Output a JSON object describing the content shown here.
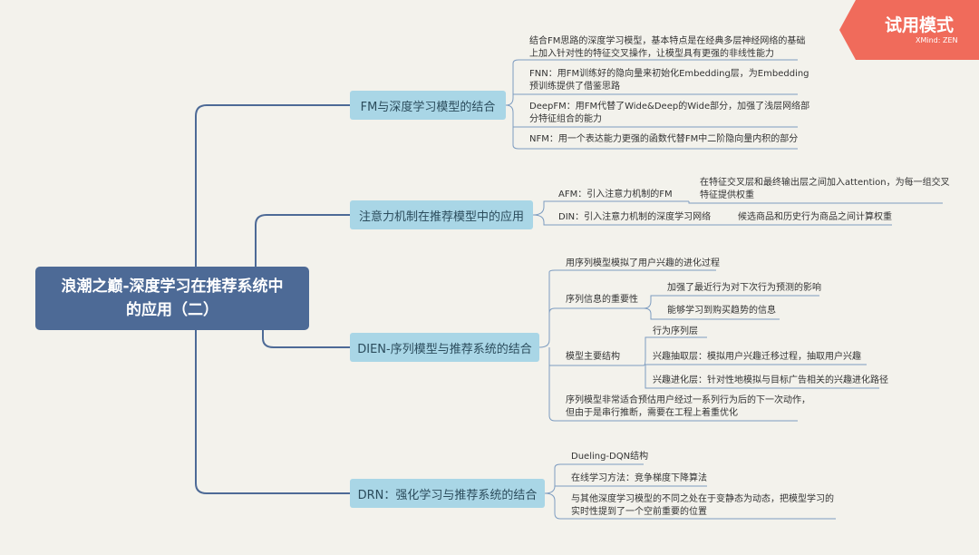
{
  "root": {
    "title_line1": "浪潮之巅-深度学习在推荐系统中",
    "title_line2": "的应用（二）"
  },
  "branches": {
    "fm": "FM与深度学习模型的结合",
    "attention": "注意力机制在推荐模型中的应用",
    "dien": "DIEN-序列模型与推荐系统的结合",
    "drn": "DRN：强化学习与推荐系统的结合"
  },
  "fm_leaves": {
    "intro1": "结合FM思路的深度学习模型，基本特点是在经典多层神经网络的基础",
    "intro2": "上加入针对性的特征交叉操作，让模型具有更强的非线性能力",
    "fnn1": "FNN：用FM训练好的隐向量来初始化Embedding层，为Embedding",
    "fnn2": "预训练提供了借鉴思路",
    "deepfm1": "DeepFM：用FM代替了Wide&Deep的Wide部分，加强了浅层网络部",
    "deepfm2": "分特征组合的能力",
    "nfm": "NFM：用一个表达能力更强的函数代替FM中二阶隐向量内积的部分"
  },
  "attention_leaves": {
    "afm": "AFM：引入注意力机制的FM",
    "afm_detail1": "在特征交叉层和最终输出层之间加入attention，为每一组交叉",
    "afm_detail2": "特征提供权重",
    "din": "DIN：引入注意力机制的深度学习网络",
    "din_detail": "候选商品和历史行为商品之间计算权重"
  },
  "dien_leaves": {
    "simulate": "用序列模型模拟了用户兴趣的进化过程",
    "importance": "序列信息的重要性",
    "imp1": "加强了最近行为对下次行为预测的影响",
    "imp2": "能够学习到购买趋势的信息",
    "structure": "模型主要结构",
    "s1": "行为序列层",
    "s2": "兴趣抽取层：模拟用户兴趣迁移过程，抽取用户兴趣",
    "s3": "兴趣进化层：针对性地模拟与目标广告相关的兴趣进化路径",
    "note1": "序列模型非常适合预估用户经过一系列行为后的下一次动作，",
    "note2": "但由于是串行推断，需要在工程上着重优化"
  },
  "drn_leaves": {
    "dueling": "Dueling-DQN结构",
    "online": "在线学习方法：竞争梯度下降算法",
    "diff1": "与其他深度学习模型的不同之处在于变静态为动态，把模型学习的",
    "diff2": "实时性提到了一个空前重要的位置"
  },
  "trial": {
    "label": "试用模式",
    "brand": "XMind: ZEN"
  },
  "colors": {
    "background": "#f3f2ec",
    "root": "#4d6a96",
    "branch": "#a9d6e6",
    "line": "#4d6a96",
    "leafline": "#7d9cc0",
    "trial": "#f06b5b"
  }
}
